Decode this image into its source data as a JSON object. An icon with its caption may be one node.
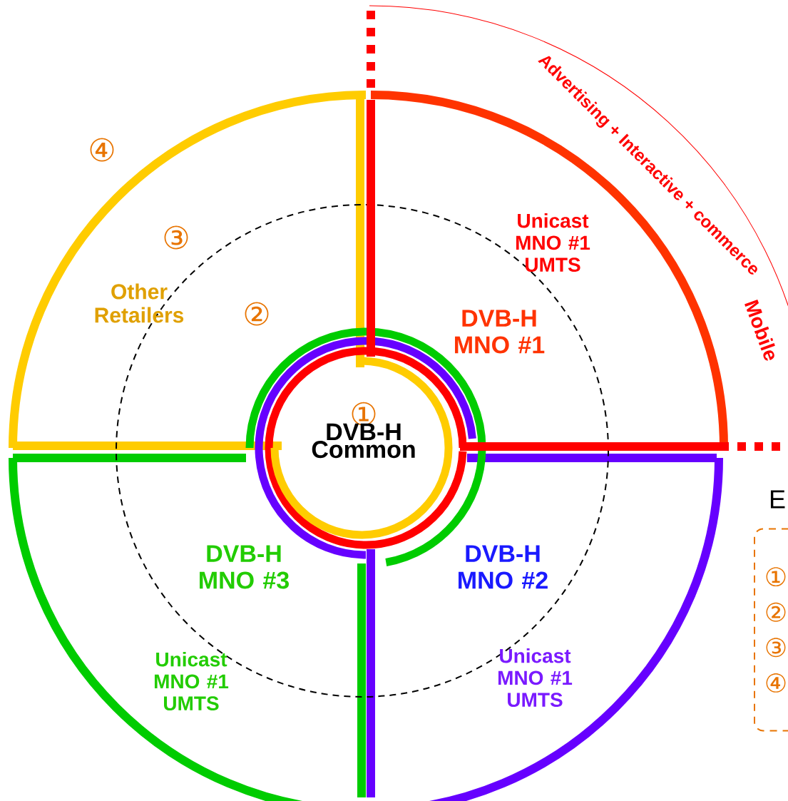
{
  "diagram": {
    "nodes": [
      {
        "text": [
          "①",
          "DVB-H Common"
        ]
      },
      {
        "text": [
          "①",
          "②",
          "③",
          "④"
        ]
      }
    ],
    "labels": [
      "Advertising + Interactive + commerce",
      "④",
      "Unicast MNO #1 UMTS",
      "③",
      "Other Retailers",
      "②",
      "DVB-H MNO #1",
      "Mobile",
      "E",
      "DVB-H MNO #3",
      "DVB-H MNO #2",
      "Unicast MNO #1 UMTS",
      "Unicast MNO #1 UMTS"
    ]
  }
}
